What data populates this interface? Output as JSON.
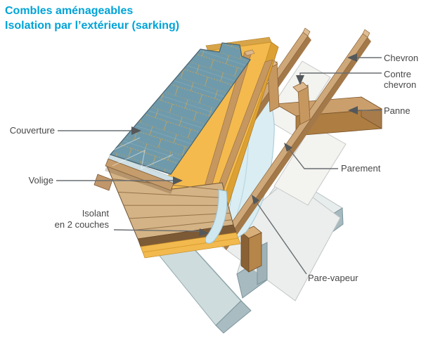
{
  "title": {
    "line1": "Combles aménageables",
    "line2": "Isolation par l’extérieur (sarking)"
  },
  "labels": {
    "couverture": "Couverture",
    "volige": "Volige",
    "isolant": {
      "line1": "Isolant",
      "line2": "en 2 couches"
    },
    "chevron": "Chevron",
    "contre_chevron": {
      "line1": "Contre",
      "line2": "chevron"
    },
    "panne": "Panne",
    "parement": "Parement",
    "pare_vapeur": "Pare-vapeur"
  },
  "colors": {
    "title_accent": "#00a3d7",
    "label_text": "#474747",
    "arrow": "#54585a",
    "couverture_slate": "#6f9aab",
    "isolant_yellow": "#f4ba4d",
    "wood_light": "#cfa87a",
    "wood_dark": "#a3794a",
    "membrane_blue": "#d9edf3",
    "structure_gray": "#cfdcde",
    "parement_white": "#f3f3f0"
  }
}
